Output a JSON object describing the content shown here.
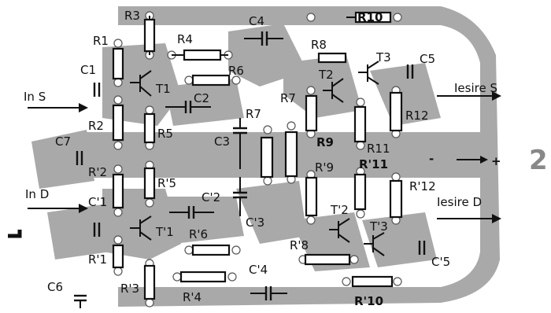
{
  "colors": {
    "copper": "#a9a9a9",
    "paper": "#ffffff",
    "ink": "#111111",
    "page_number": "#888888"
  },
  "page_number": "2",
  "labels": {
    "R3": "R3",
    "R1": "R1",
    "R4": "R4",
    "C4": "C4",
    "R10": "R10",
    "R8": "R8",
    "T3": "T3",
    "C5": "C5",
    "C1": "C1",
    "T1": "T1",
    "R6": "R6",
    "T2": "T2",
    "in_s": "In S",
    "C2": "C2",
    "R7": "R7",
    "iesire_s": "Iesire S",
    "R2": "R2",
    "R5": "R5",
    "C3": "C3",
    "R12": "R12",
    "C7": "C7",
    "R9": "R9",
    "R11": "R11",
    "minus": "-",
    "plus": "+",
    "R2p": "R'2",
    "R5p": "R'5",
    "R9p": "R'9",
    "R11p": "R'11",
    "R12p": "R'12",
    "in_d": "In D",
    "C1p": "C'1",
    "C2p": "C'2",
    "iesire_d": "Iesire D",
    "T2p": "T'2",
    "T3p": "T'3",
    "T1p": "T'1",
    "R6p": "R'6",
    "C3p": "C'3",
    "R8p": "R'8",
    "C5p": "C'5",
    "R1p": "R'1",
    "C4p": "C'4",
    "C6": "C6",
    "R3p": "R'3",
    "R4p": "R'4",
    "R10p": "R'10"
  }
}
